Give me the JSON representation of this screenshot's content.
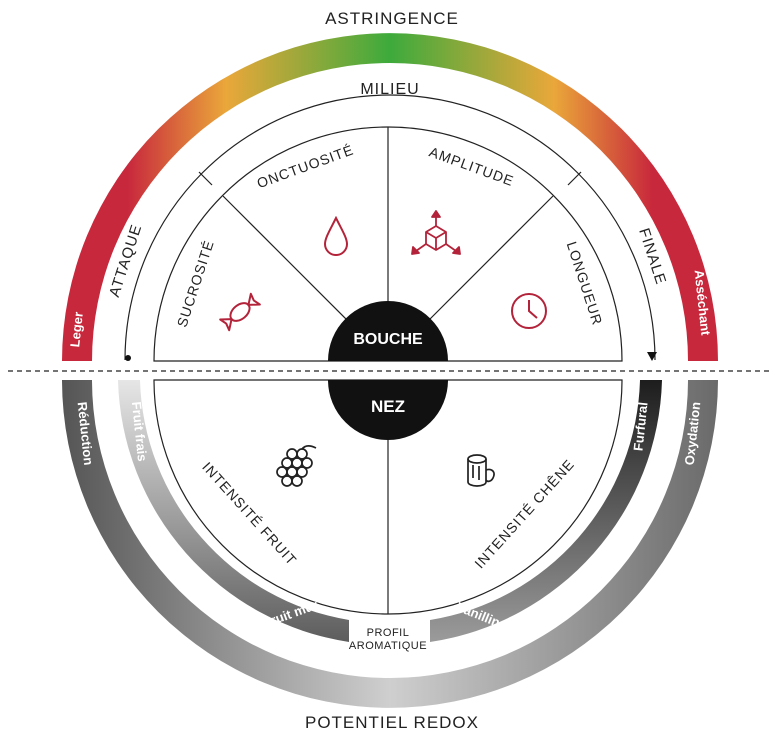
{
  "top_title": "ASTRINGENCE",
  "bottom_title": "POTENTIEL REDOX",
  "milieu": "MILIEU",
  "attaque": "ATTAQUE",
  "finale": "FINALE",
  "bouche": "BOUCHE",
  "nez": "NEZ",
  "sectors_top": {
    "sucrosite": "SUCROSITÉ",
    "onctuosite": "ONCTUOSITÉ",
    "amplitude": "AMPLITUDE",
    "longueur": "LONGUEUR"
  },
  "sectors_bottom": {
    "fruit": "INTENSITÉ FRUIT",
    "chene": "INTENSITÉ CHÊNE"
  },
  "profil": [
    "PROFIL",
    "AROMATIQUE"
  ],
  "astringence_left": "Leger",
  "astringence_right": "Asséchant",
  "redox_left": "Réduction",
  "redox_right": "Oxydation",
  "fruit_top": "Fruit frais",
  "fruit_bottom": "Fruit mûr",
  "oak_top": "Furfural",
  "oak_bottom": "Vanilline",
  "colors": {
    "accent_red": "#c8283c",
    "icon_red": "#b3233a",
    "green": "#3daa3c",
    "orange": "#eaa73a",
    "dark": "#1a1a1a",
    "grey": "#888888"
  },
  "icons": [
    "candy-icon",
    "drop-icon",
    "cube-arrows-icon",
    "clock-icon",
    "grapes-icon",
    "oak-log-icon"
  ]
}
